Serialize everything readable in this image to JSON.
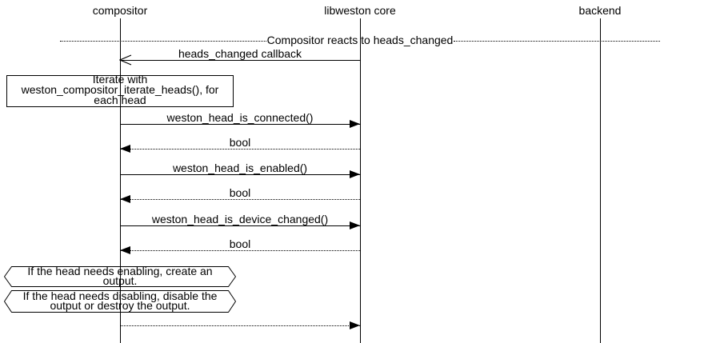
{
  "participants": [
    {
      "label": "compositor"
    },
    {
      "label": "libweston core"
    },
    {
      "label": "backend"
    }
  ],
  "divider": {
    "label": "Compositor reacts to heads_changed"
  },
  "messages": [
    {
      "label": "heads_changed callback",
      "from": "libweston core",
      "to": "compositor",
      "line": "solid",
      "arrowhead": "open"
    },
    {
      "label": "weston_head_is_connected()",
      "from": "compositor",
      "to": "libweston core",
      "line": "solid",
      "arrowhead": "filled"
    },
    {
      "label": "bool",
      "from": "libweston core",
      "to": "compositor",
      "line": "dotted",
      "arrowhead": "filled"
    },
    {
      "label": "weston_head_is_enabled()",
      "from": "compositor",
      "to": "libweston core",
      "line": "solid",
      "arrowhead": "filled"
    },
    {
      "label": "bool",
      "from": "libweston core",
      "to": "compositor",
      "line": "dotted",
      "arrowhead": "filled"
    },
    {
      "label": "weston_head_is_device_changed()",
      "from": "compositor",
      "to": "libweston core",
      "line": "solid",
      "arrowhead": "filled"
    },
    {
      "label": "bool",
      "from": "libweston core",
      "to": "compositor",
      "line": "dotted",
      "arrowhead": "filled"
    },
    {
      "label": "",
      "from": "compositor",
      "to": "libweston core",
      "line": "dotted",
      "arrowhead": "filled"
    }
  ],
  "note": {
    "lines": [
      "Iterate with",
      "weston_compositor_iterate_heads(), for",
      "each head"
    ]
  },
  "conditions": [
    {
      "lines": [
        "If the head needs enabling, create an",
        "output."
      ]
    },
    {
      "lines": [
        "If the head needs disabling, disable the",
        "output or destroy the output."
      ]
    }
  ],
  "colors": {
    "stroke": "#000000",
    "background": "#ffffff"
  }
}
